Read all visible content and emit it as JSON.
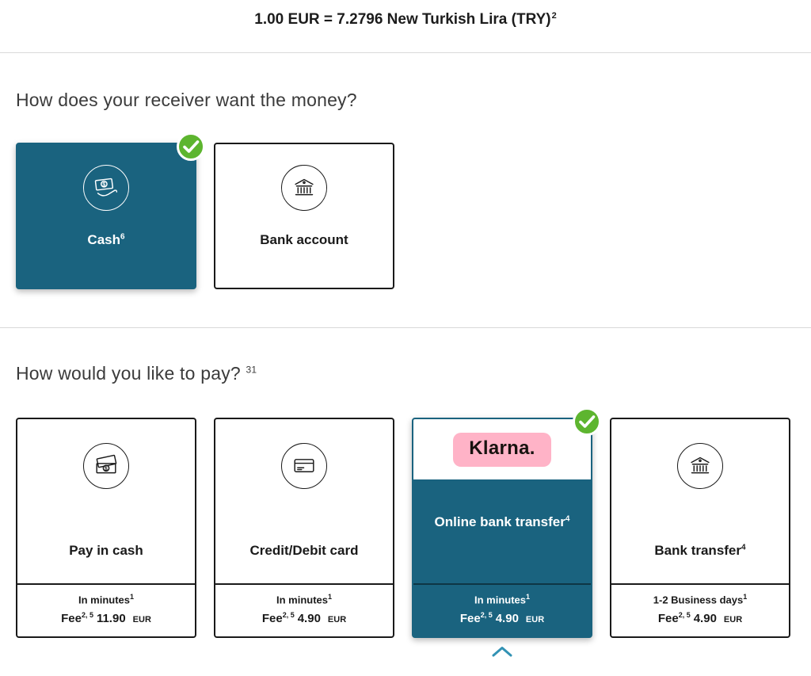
{
  "colors": {
    "selected_bg": "#1a637f",
    "check_green": "#5db52f",
    "klarna_pink": "#ffb3c7",
    "chevron_teal": "#3292b4",
    "card_border": "#1a1a1a"
  },
  "header": {
    "rate_text": "1.00 EUR = 7.2796 New Turkish Lira (TRY)",
    "rate_sup": "2"
  },
  "receiver_section": {
    "title": "How does your receiver want the money?",
    "options": [
      {
        "label": "Cash",
        "label_sup": "6",
        "icon": "cash-hand-icon",
        "selected": true
      },
      {
        "label": "Bank account",
        "label_sup": "",
        "icon": "bank-icon",
        "selected": false
      }
    ]
  },
  "pay_section": {
    "title": "How would you like to pay?",
    "title_sup": "31",
    "options": [
      {
        "label": "Pay in cash",
        "label_sup": "",
        "icon": "banknotes-icon",
        "time": "In minutes",
        "time_sup": "1",
        "fee_label": "Fee",
        "fee_sup": "2, 5",
        "fee_amount": "11.90",
        "currency": "EUR",
        "selected": false
      },
      {
        "label": "Credit/Debit card",
        "label_sup": "",
        "icon": "credit-card-icon",
        "time": "In minutes",
        "time_sup": "1",
        "fee_label": "Fee",
        "fee_sup": "2, 5",
        "fee_amount": "4.90",
        "currency": "EUR",
        "selected": false
      },
      {
        "label": "Online bank transfer",
        "label_sup": "4",
        "icon": "klarna-logo",
        "icon_text": "Klarna.",
        "time": "In minutes",
        "time_sup": "1",
        "fee_label": "Fee",
        "fee_sup": "2, 5",
        "fee_amount": "4.90",
        "currency": "EUR",
        "selected": true
      },
      {
        "label": "Bank transfer",
        "label_sup": "4",
        "icon": "bank-icon",
        "time": "1-2 Business days",
        "time_sup": "1",
        "fee_label": "Fee",
        "fee_sup": "2, 5",
        "fee_amount": "4.90",
        "currency": "EUR",
        "selected": false
      }
    ]
  }
}
